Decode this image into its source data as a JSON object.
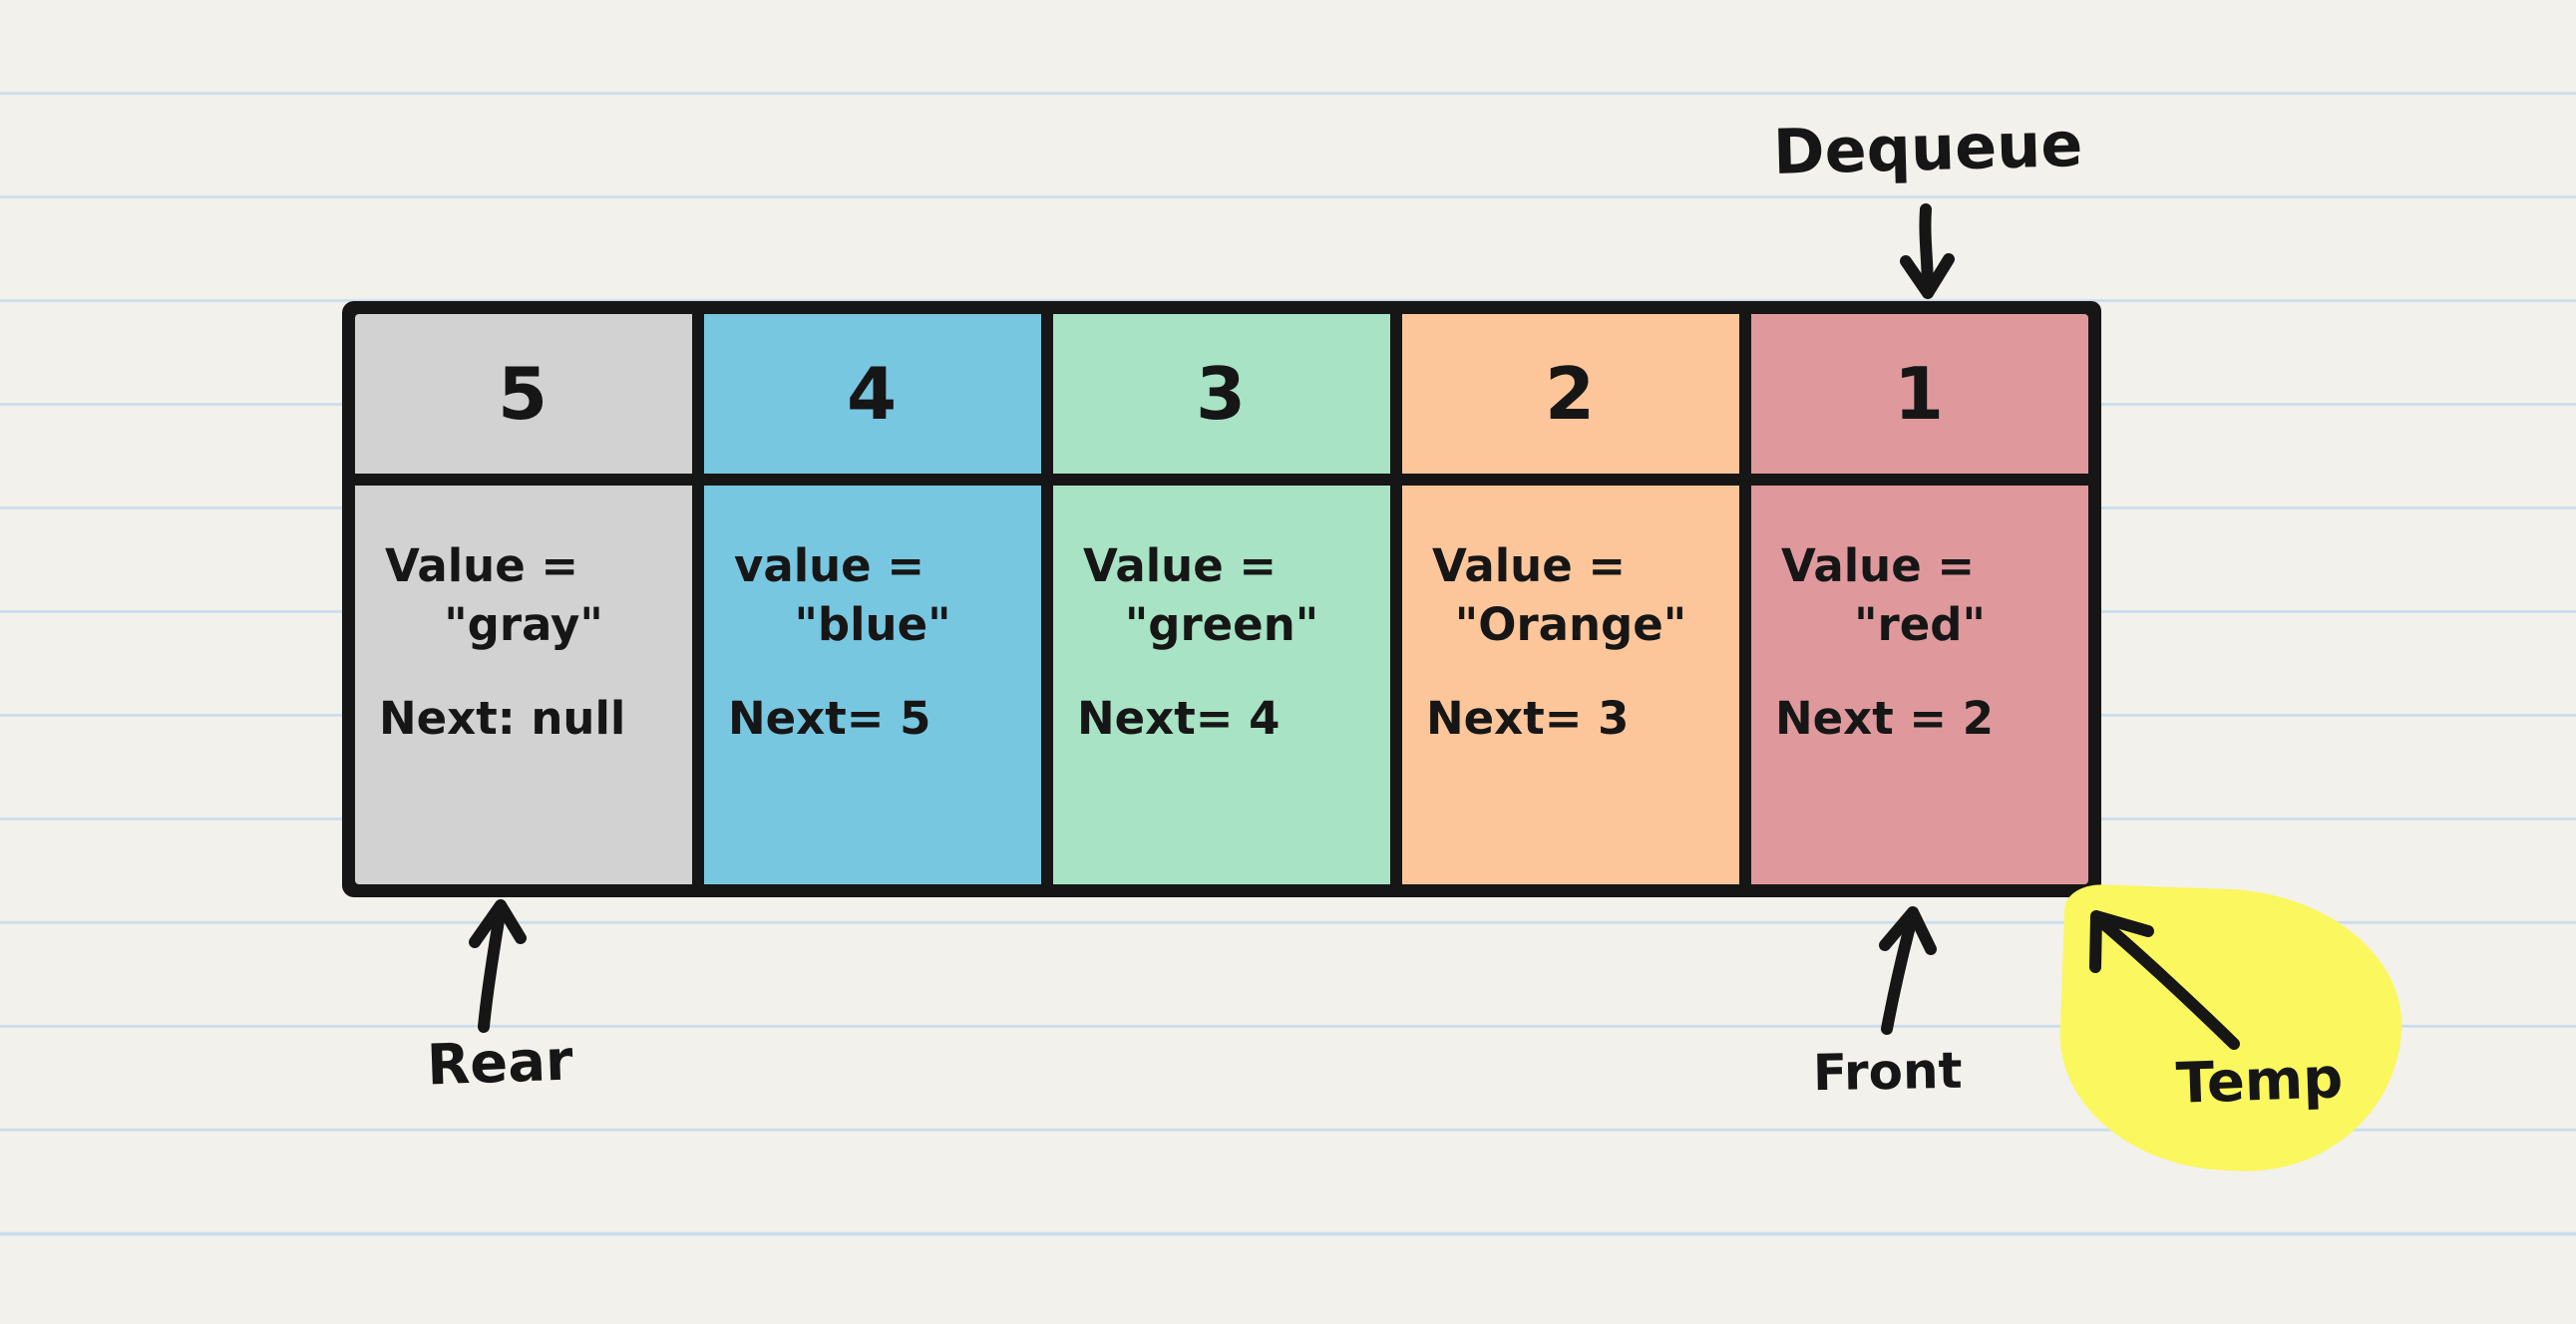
{
  "page": {
    "background": "#f2f1ec",
    "rule_line_color": "#c9ddee",
    "ink_color": "#161616",
    "highlight_color": "#fbf75e"
  },
  "queue": {
    "nodes": [
      {
        "index": "5",
        "value_label": "Value =",
        "value": "\"gray\"",
        "next": "Next: null",
        "color": "#d2d2d2"
      },
      {
        "index": "4",
        "value_label": "value =",
        "value": "\"blue\"",
        "next": "Next= 5",
        "color": "#78c7e1"
      },
      {
        "index": "3",
        "value_label": "Value =",
        "value": "\"green\"",
        "next": "Next= 4",
        "color": "#a7e3c4"
      },
      {
        "index": "2",
        "value_label": "Value =",
        "value": "\"Orange\"",
        "next": "Next= 3",
        "color": "#fcc69a"
      },
      {
        "index": "1",
        "value_label": "Value =",
        "value": "\"red\"",
        "next": "Next = 2",
        "color": "#df999c"
      }
    ]
  },
  "annotations": {
    "dequeue": {
      "label": "Dequeue"
    },
    "rear": {
      "label": "Rear"
    },
    "front": {
      "label": "Front"
    },
    "temp": {
      "label": "Temp"
    }
  }
}
